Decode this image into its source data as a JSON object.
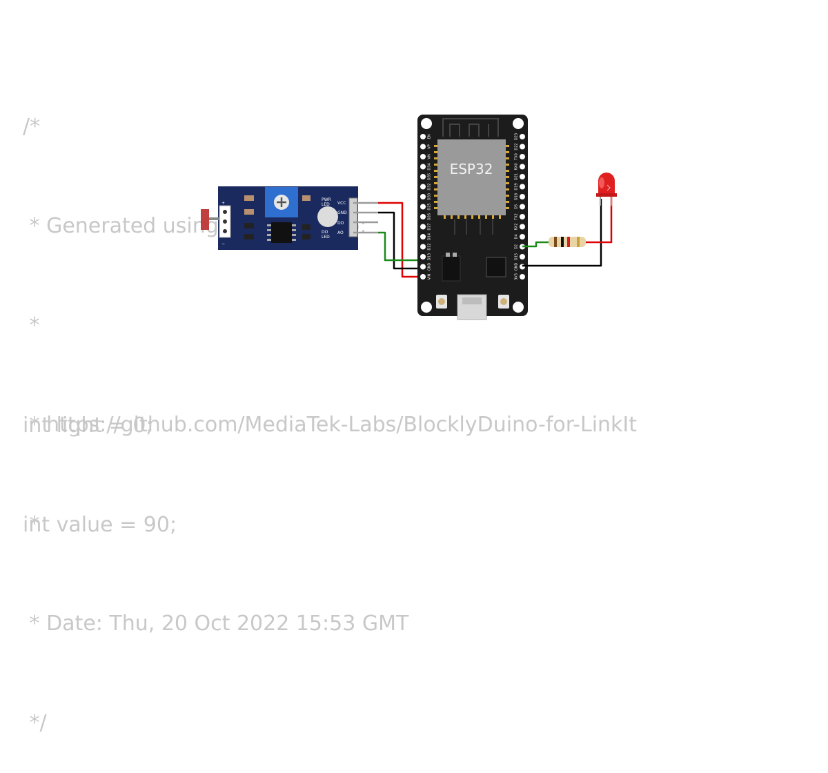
{
  "code_comment": [
    "/*",
    " * Generated using BlocklyDuino:",
    " *",
    " * https://github.com/MediaTek-Labs/BlocklyDuino-for-LinkIt",
    " *",
    " * Date: Thu, 20 Oct 2022 15:53 GMT",
    " */"
  ],
  "code_body": [
    "int light = 0;",
    "int value = 90;"
  ],
  "board": {
    "chip_label": "ESP32",
    "left_pins": [
      "EN",
      "VP",
      "VN",
      "D34",
      "D35",
      "D32",
      "D33",
      "D25",
      "D26",
      "D27",
      "D14",
      "D12",
      "D13",
      "GND",
      "VIN"
    ],
    "right_pins": [
      "D23",
      "D22",
      "TX0",
      "RX0",
      "D21",
      "D19",
      "D18",
      "D5",
      "TX2",
      "RX2",
      "D4",
      "D2",
      "D15",
      "GND",
      "3V3"
    ],
    "color": "#1c1c1c"
  },
  "sensor": {
    "pin_labels": [
      "VCC",
      "GND",
      "DO",
      "AO"
    ],
    "pwr_led_label": [
      "PWR",
      "LED"
    ],
    "do_led_label": [
      "DO",
      "LED"
    ],
    "plus": "+",
    "minus": "−",
    "color": "#1a2a5e"
  },
  "led": {
    "color": "#e02020"
  },
  "wires": {
    "red": "#e00000",
    "black": "#000000",
    "green": "#1a8a1a",
    "grey": "#9a9a9a"
  }
}
